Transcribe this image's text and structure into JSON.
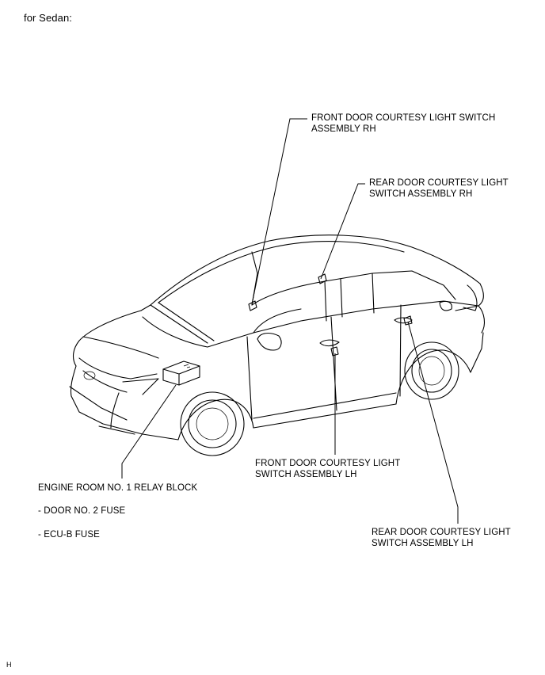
{
  "variant_label": "for Sedan:",
  "callouts": {
    "front_door_rh": "FRONT DOOR COURTESY LIGHT SWITCH\nASSEMBLY RH",
    "rear_door_rh": "REAR DOOR COURTESY LIGHT\nSWITCH ASSEMBLY RH",
    "front_door_lh": "FRONT DOOR COURTESY LIGHT\nSWITCH ASSEMBLY LH",
    "rear_door_lh": "REAR DOOR COURTESY LIGHT\nSWITCH ASSEMBLY LH",
    "relay_block": "ENGINE ROOM NO. 1 RELAY BLOCK",
    "fuse_door": "- DOOR NO. 2 FUSE",
    "fuse_ecu": "- ECU-B FUSE"
  },
  "figure_code": "H"
}
